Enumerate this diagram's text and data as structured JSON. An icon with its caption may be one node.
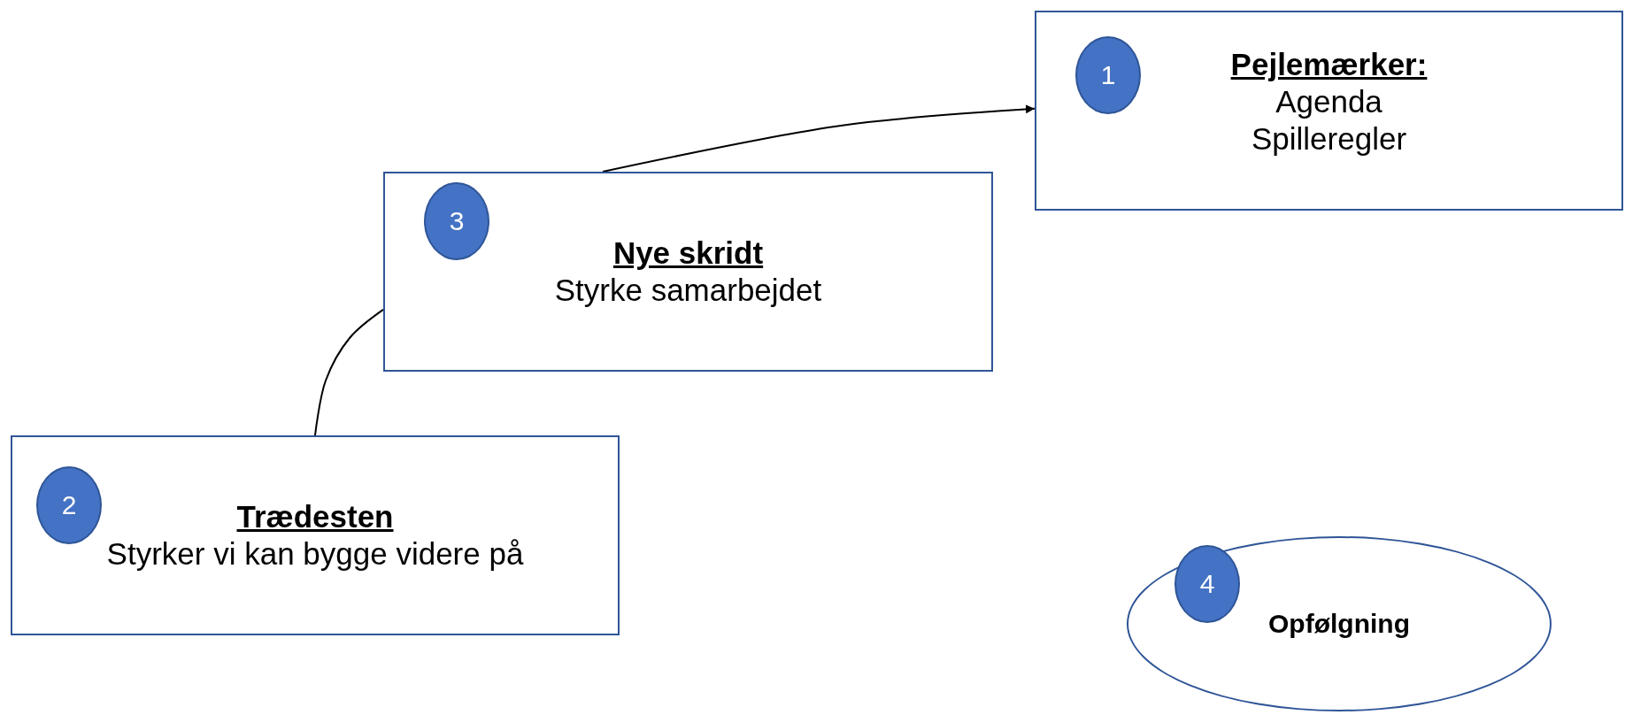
{
  "diagram": {
    "nodes": [
      {
        "text": [
          "Pejlemærker:",
          "Agenda",
          "Spilleregler"
        ]
      },
      {
        "text": [
          "1"
        ],
        "in": 0
      },
      {
        "text": [
          "Nye skridt",
          "Styrke samarbejdet"
        ]
      },
      {
        "text": [
          "3"
        ],
        "in": 2
      },
      {
        "text": [
          "Trædesten",
          "Styrker vi kan bygge videre på"
        ]
      },
      {
        "text": [
          "2"
        ],
        "in": 4
      },
      {
        "text": [
          "Opfølgning"
        ]
      },
      {
        "text": [
          "4"
        ],
        "in": 6
      }
    ],
    "edges": [
      {
        "from": 4,
        "to": 2,
        "arrow": "none"
      },
      {
        "from": 2,
        "to": 0,
        "arrow": "to"
      }
    ]
  }
}
